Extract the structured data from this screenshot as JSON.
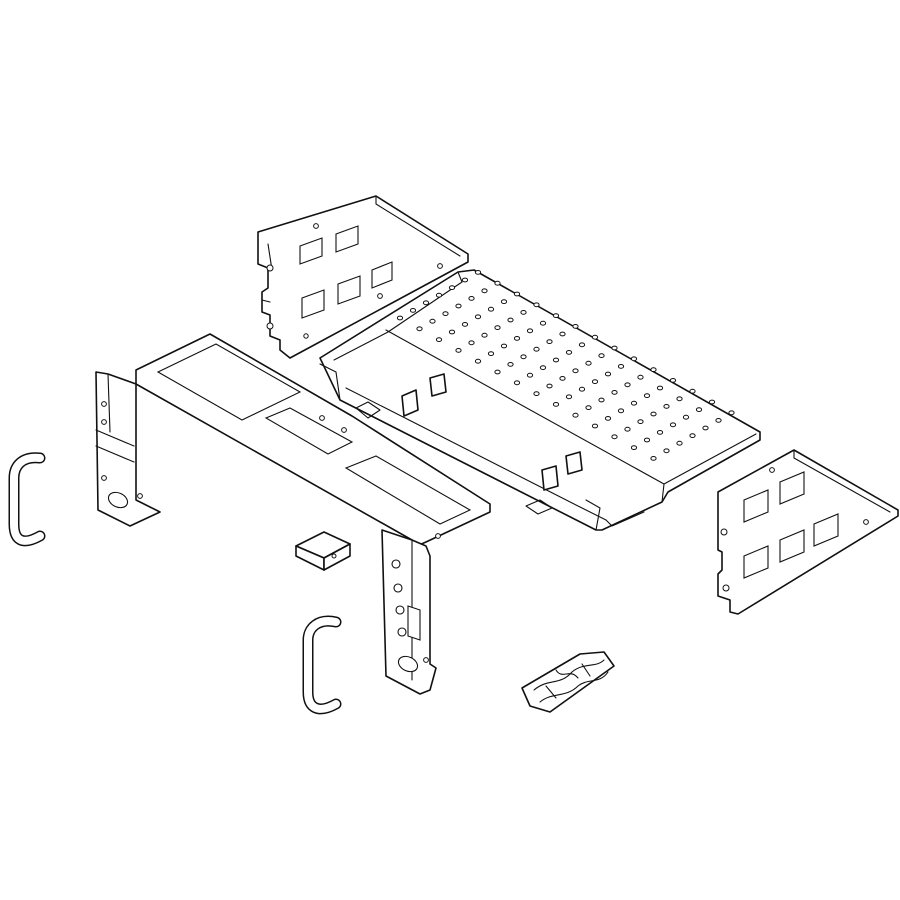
{
  "figure": {
    "colors": {
      "line": "#111111",
      "background": "#ffffff"
    },
    "parts": [
      {
        "id": "side-bracket-rear",
        "kind": "bracket-plate"
      },
      {
        "id": "perforated-tray",
        "kind": "tray"
      },
      {
        "id": "front-frame",
        "kind": "frame"
      },
      {
        "id": "side-bracket-right",
        "kind": "bracket-plate"
      },
      {
        "id": "handle-left",
        "kind": "handle"
      },
      {
        "id": "handle-bottom",
        "kind": "handle"
      },
      {
        "id": "small-clip",
        "kind": "clip"
      },
      {
        "id": "hardware-bag",
        "kind": "bag"
      }
    ]
  }
}
